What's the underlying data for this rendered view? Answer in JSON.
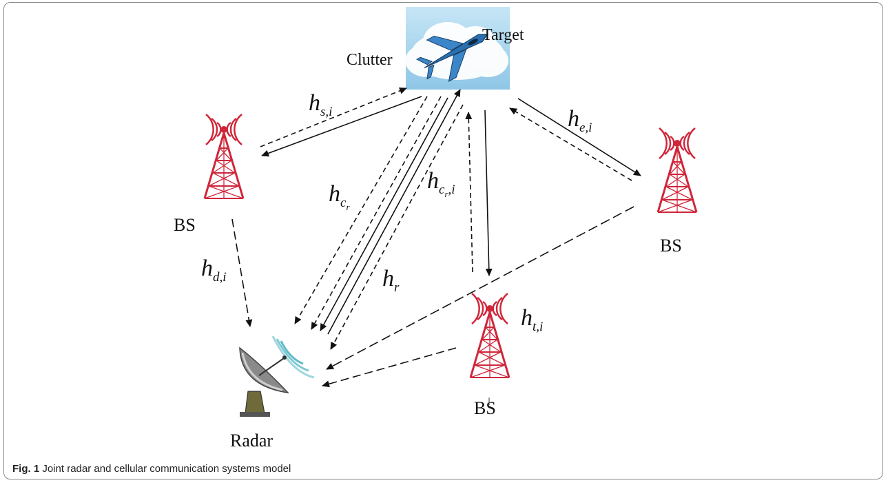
{
  "nodes": {
    "target": "Target",
    "clutter": "Clutter",
    "bs_left": "BS",
    "bs_right": "BS",
    "bs_bottom": "BS",
    "radar": "Radar"
  },
  "channels": {
    "hs": {
      "base": "h",
      "sub": "s,i"
    },
    "he": {
      "base": "h",
      "sub": "e,i"
    },
    "hcr": {
      "base": "h",
      "sub": "c",
      "subsub": "r"
    },
    "hcri": {
      "base": "h",
      "sub": "c",
      "subsub": "r",
      "tail": ",i"
    },
    "hr": {
      "base": "h",
      "sub": "r"
    },
    "hd": {
      "base": "h",
      "sub": "d,i"
    },
    "ht": {
      "base": "h",
      "sub": "t,i"
    }
  },
  "caption": {
    "prefix": "Fig. 1",
    "text": "Joint radar and cellular communication systems model"
  },
  "colors": {
    "tower": "#d0263a",
    "arrow": "#111111",
    "cloud": "#ffffff",
    "sky": "#a9d6ee"
  }
}
